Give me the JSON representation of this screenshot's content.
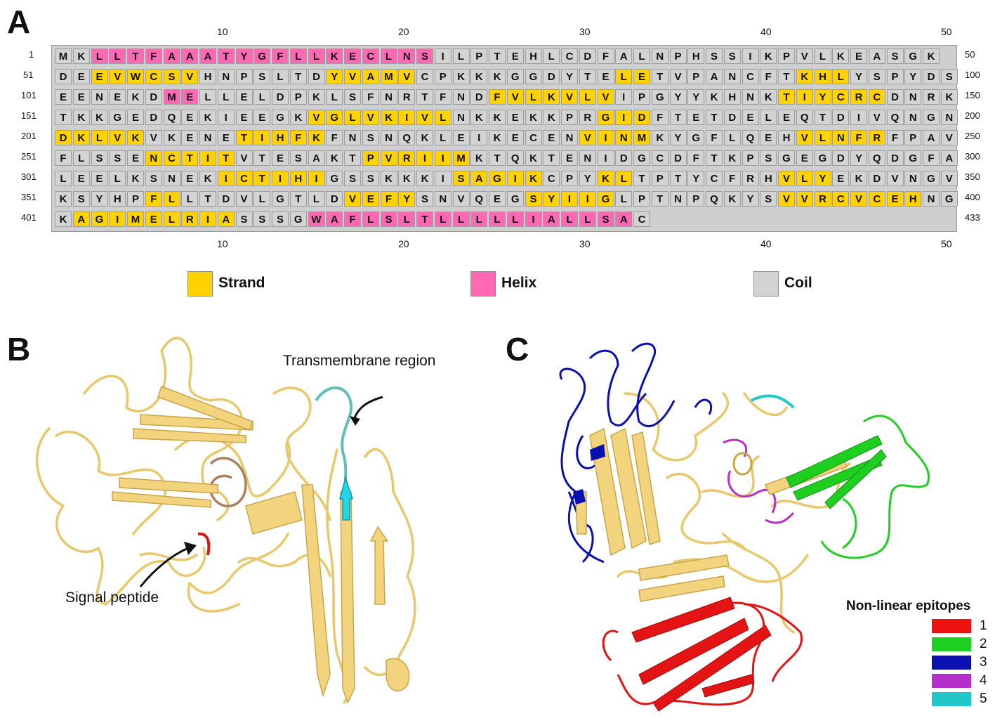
{
  "panels": {
    "a": "A",
    "b": "B",
    "c": "C"
  },
  "ruler_ticks": [
    "10",
    "20",
    "30",
    "40",
    "50"
  ],
  "row_start_labels": [
    "1",
    "51",
    "101",
    "151",
    "201",
    "251",
    "301",
    "351",
    "401"
  ],
  "row_end_labels": [
    "50",
    "100",
    "150",
    "200",
    "250",
    "300",
    "350",
    "400",
    "433"
  ],
  "sequence_rows": [
    {
      "seq": "MKLLTFAAATYGFLLKECLNSILPTEHLCDFALNPHSSIKPVLKEASGK",
      "ss": "CCHHHHHHHHHHHHHHHHHHHCCCCCCCCCCCCCCCCCCCCCCCCCCCCC"
    },
    {
      "seq": "DEEVWCSVHNPSLTDYVAMVCPKKKGGDYTELETVPANCFTKHLYSPYDS",
      "ss": "CCEEEEEECCCCCCCEEEEECCCCCCCCCCCEECCCCCCCCEEECCCCCC"
    },
    {
      "seq": "EENEKDMELLELDPKLSFNRTFNDFVLKVLVIPGYYKHNKTIYCRCDNRK",
      "ss": "CCCCCCHHCCCCCCCCCCCCCCCCEEEEEEECCCCCCCCCEEEEEECCCC"
    },
    {
      "seq": "TKKGEDQEKIEEGKVGLVKIVLNKKEKKPRGIDFTETDELEQTDIVQNGN",
      "ss": "CCCCCCCCCCCCCCEEEEEEEECCCCCCCCEEECCCCCCCCCCCCCCCCC"
    },
    {
      "seq": "DKLVKVKENETIHFKFNSNQKLEIKECENVINMKYGFLQEHVLNFRFPAV",
      "ss": "EEEEECCCCCEEEEECCCCCCCCCCCCCCEEEECCCCCCCCEEEEECCCC"
    },
    {
      "seq": "FLSSENCTITVTESAKTPVRIIMKTQKTENIDGCDFTKPSGEGDYQDGFA",
      "ss": "CCCCCEEEEECCCCCCCEEEEEECCCCCCCCCCCCCCCCCCCCCCCCCCC"
    },
    {
      "seq": "LEELKSNEKICTIHIGSSKKKISAGIKCPYKLTPTYCFRHVLYEKDVNGV",
      "ss": "CCCCCCCCCEEEEEECCCCCCCEEEEECCCEECCCCCCCCEEECCCCCCC"
    },
    {
      "seq": "KSYHPFLLTDVLGTLDVEFYSNVQEGSYIIGLPTNPQKYSVVRCVCEHNG",
      "ss": "CCCCCEECCCCCCCCCEEEECCCCCCEEEEECCCCCCCCCEEEEEEEECC"
    },
    {
      "seq": "KAGIMELRIASSSGWAFLSLTLLLLLIALLSAC",
      "ss": "CEEEEEEEEECCCCHHHHHHHHHHHHHHHHHHC"
    }
  ],
  "legend": [
    {
      "label": "Strand",
      "color": "#FFD200"
    },
    {
      "label": "Helix",
      "color": "#FF69B4"
    },
    {
      "label": "Coil",
      "color": "#D3D3D3"
    }
  ],
  "panel_b": {
    "transmembrane_label": "Transmembrane region",
    "signal_label": "Signal peptide"
  },
  "panel_c": {
    "legend_title": "Non-linear epitopes",
    "epitopes": [
      {
        "label": "1",
        "color": "#ee1111"
      },
      {
        "label": "2",
        "color": "#1fcf1f"
      },
      {
        "label": "3",
        "color": "#0a10b0"
      },
      {
        "label": "4",
        "color": "#b52fcb"
      },
      {
        "label": "5",
        "color": "#22c8c8"
      }
    ]
  },
  "colors": {
    "ribbon": "#f0d27a",
    "ribbon_dark": "#c9a548",
    "coil_bg": "#cfcfcf"
  }
}
